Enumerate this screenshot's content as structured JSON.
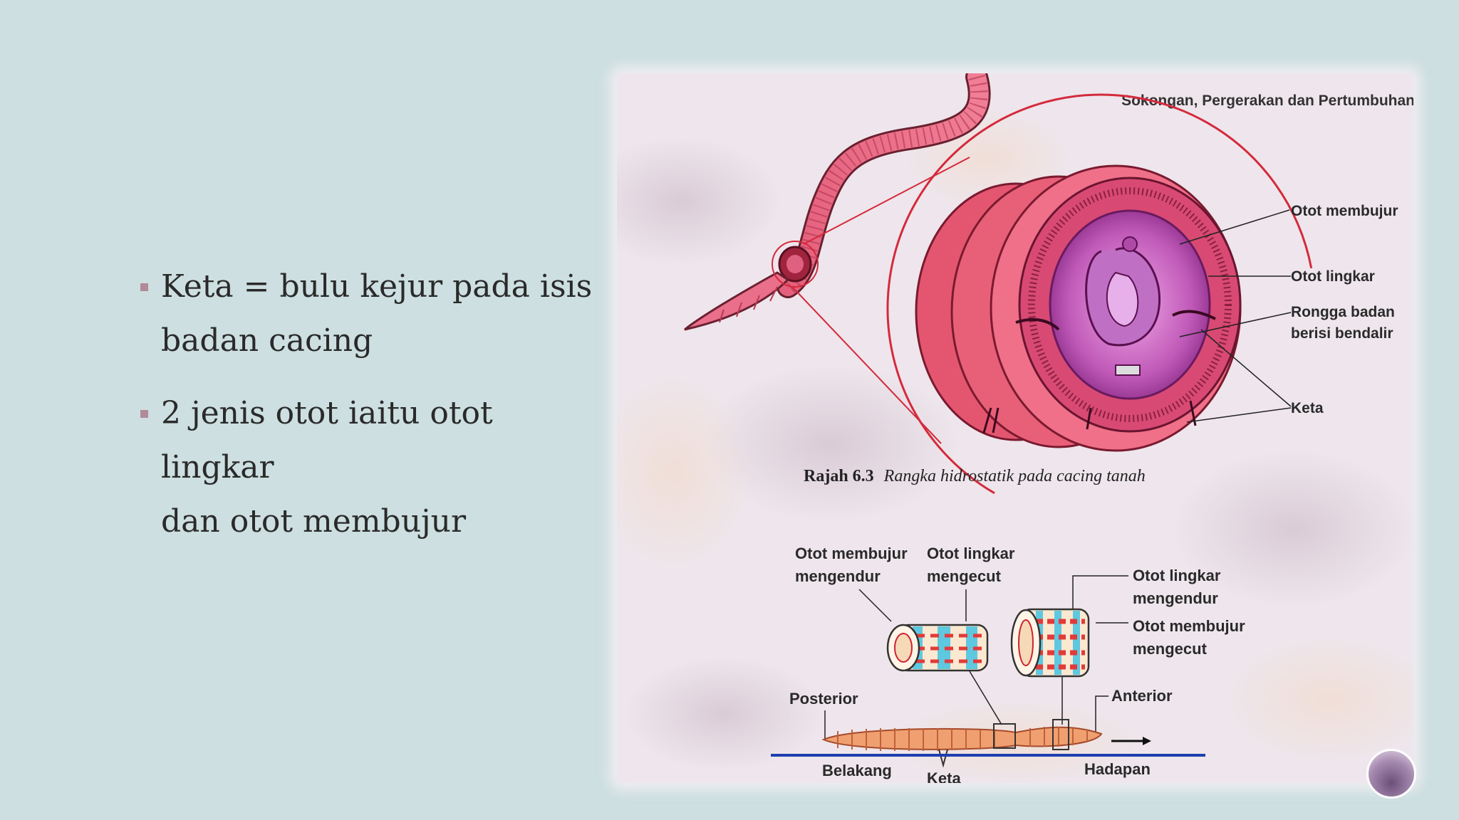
{
  "bullets": [
    {
      "line1": "Keta = bulu kejur pada isis",
      "line2": "badan cacing"
    },
    {
      "line1": "2 jenis otot iaitu otot lingkar",
      "line2": "dan otot membujur"
    }
  ],
  "figure": {
    "header": "Sokongan, Pergerakan dan Pertumbuhan",
    "labels_top": {
      "otot_membujur": "Otot membujur",
      "otot_lingkar": "Otot lingkar",
      "rongga_line1": "Rongga badan",
      "rongga_line2": "berisi bendalir",
      "keta": "Keta"
    },
    "caption_number": "Rajah 6.3",
    "caption_text": "Rangka hidrostatik pada cacing tanah",
    "labels_bottom": {
      "membujur_mengendur_1": "Otot membujur",
      "membujur_mengendur_2": "mengendur",
      "lingkar_mengecut_1": "Otot lingkar",
      "lingkar_mengecut_2": "mengecut",
      "lingkar_mengendur_1": "Otot lingkar",
      "lingkar_mengendur_2": "mengendur",
      "membujur_mengecut_1": "Otot membujur",
      "membujur_mengecut_2": "mengecut",
      "posterior": "Posterior",
      "anterior": "Anterior",
      "belakang": "Belakang",
      "keta": "Keta",
      "hadapan": "Hadapan"
    }
  },
  "colors": {
    "background": "#cddfe0",
    "bullet_marker": "#b28a98",
    "worm_pink": "#e8607e",
    "muscle_red": "#e23a3a",
    "muscle_cyan": "#5ec8e0",
    "ground_line": "#1f3fb0"
  }
}
